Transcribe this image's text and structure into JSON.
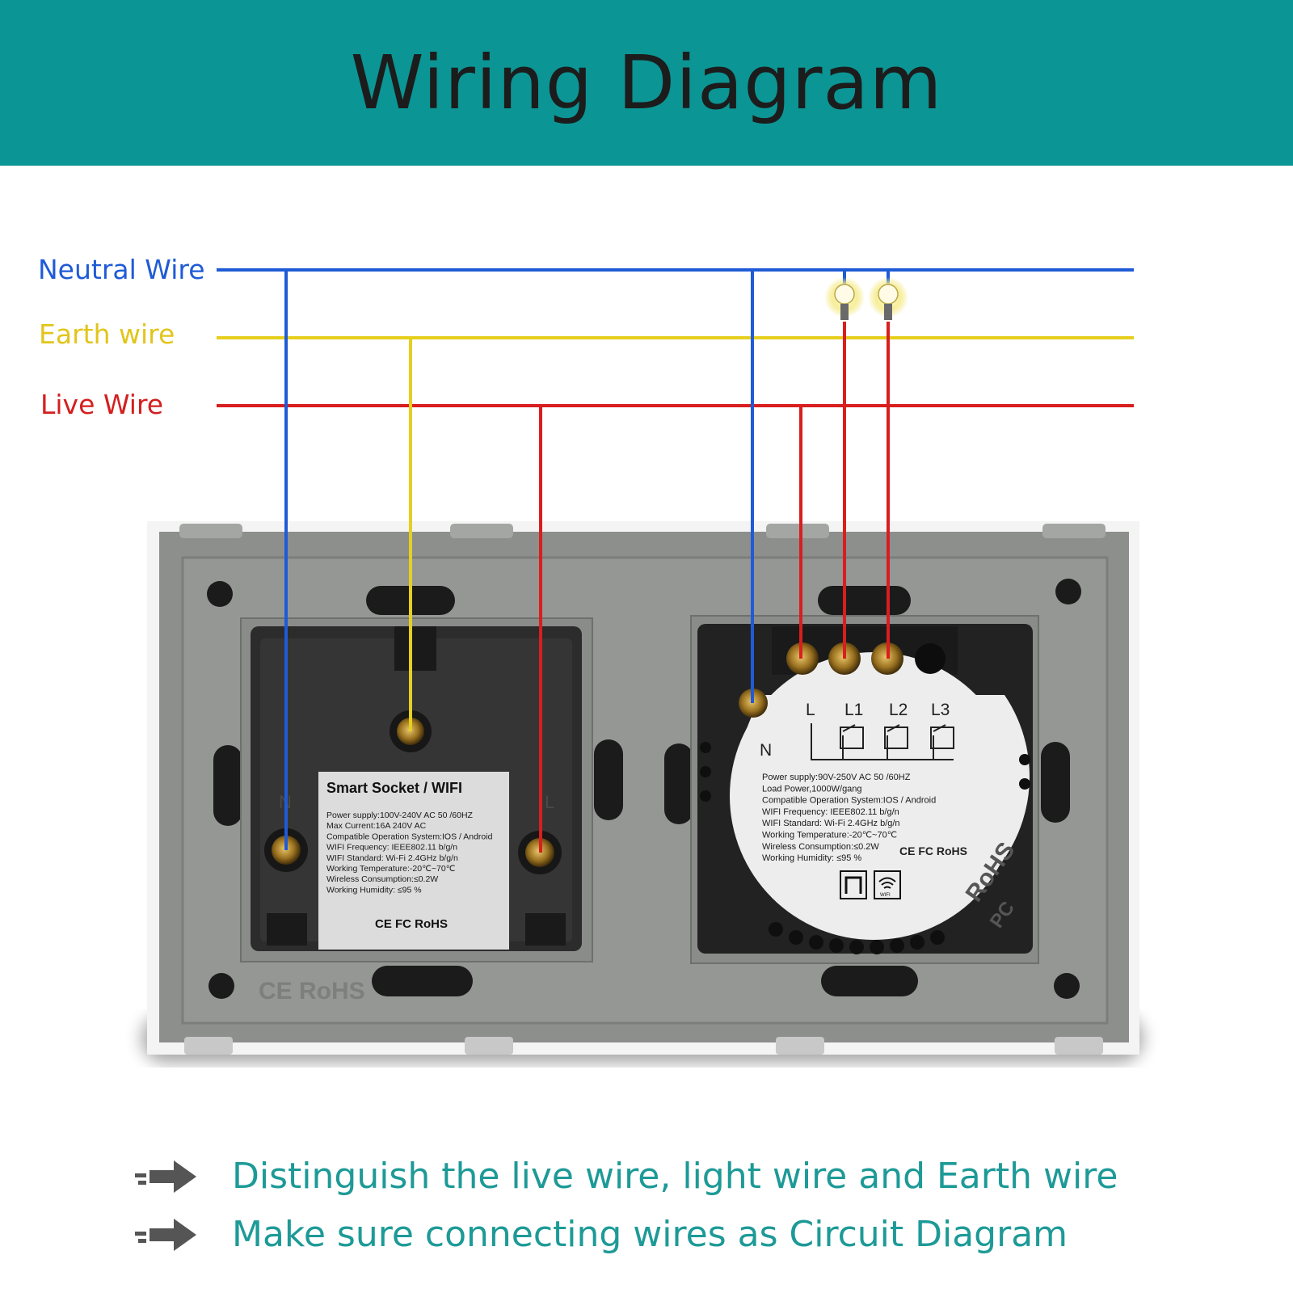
{
  "header": {
    "title": "Wiring Diagram"
  },
  "wires": {
    "neutral": {
      "label": "Neutral Wire",
      "color": "#1f5bd6"
    },
    "earth": {
      "label": "Earth wire",
      "color": "#e6cf1e"
    },
    "live": {
      "label": "Live Wire",
      "color": "#d81e1e"
    }
  },
  "socket": {
    "title": "Smart Socket / WIFI",
    "specs": [
      "Power supply:100V-240V AC  50 /60HZ",
      "Max Current:16A  240V AC",
      "Compatible Operation System:IOS / Android",
      "WIFI Frequency: IEEE802.11 b/g/n",
      "WIFI Standard: Wi-Fi 2.4GHz b/g/n",
      "Working Temperature:-20℃~70℃",
      "Wireless Consumption:≤0.2W",
      "Working Humidity: ≤95 %"
    ],
    "certs": "CE  FC  RoHS",
    "plate_mark": "CE RoHS",
    "terminal_n": "N",
    "terminal_l": "L"
  },
  "switch": {
    "terminals": [
      "L",
      "L1",
      "L2",
      "L3"
    ],
    "neutral": "N",
    "specs": [
      "Power supply:90V-250V AC  50 /60HZ",
      "Load Power,1000W/gang",
      "Compatible Operation System:IOS / Android",
      "WIFI Frequency: IEEE802.11 b/g/n",
      "WIFI Standard: Wi-Fi 2.4GHz b/g/n",
      "Working Temperature:-20℃~70℃",
      "Wireless Consumption:≤0.2W",
      "Working Humidity: ≤95 %"
    ],
    "certs": "CE  FC  RoHS",
    "rohs_mark": "RoHS",
    "pc_mark": "PC",
    "wifi_label": "WIFI"
  },
  "notes": [
    "Distinguish the live wire, light wire and Earth wire",
    "Make sure connecting wires as Circuit Diagram"
  ]
}
